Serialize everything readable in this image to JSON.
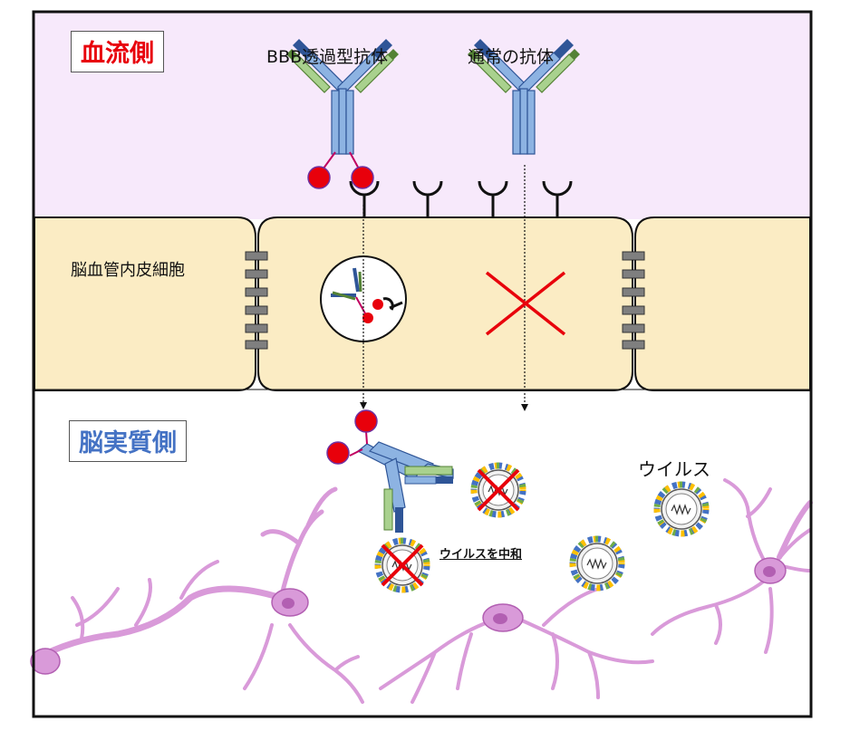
{
  "regions": {
    "blood_side": "血流側",
    "brain_side": "脳実質側"
  },
  "labels": {
    "bbb_antibody": "BBB透過型抗体",
    "normal_antibody": "通常の抗体",
    "endothelial_cell": "脳血管内皮細胞",
    "virus": "ウイルス",
    "neutralize": "ウイルスを中和"
  },
  "colors": {
    "blood_bg": "#f7e9fb",
    "cell_fill": "#fbecc4",
    "brain_bg": "#ffffff",
    "blood_label": "#e8000b",
    "brain_label": "#4472c4",
    "neuron": "#d99ad9",
    "heavy_chain": "#8db3e2",
    "light_chain": "#a9d18e",
    "red_x": "#e8000b",
    "ligand": "#e8000b"
  },
  "icons": [
    "antibody-icon",
    "receptor-icon",
    "vesicle-icon",
    "tight-junction-icon",
    "virus-icon",
    "neuron-icon",
    "cross-mark-icon"
  ]
}
